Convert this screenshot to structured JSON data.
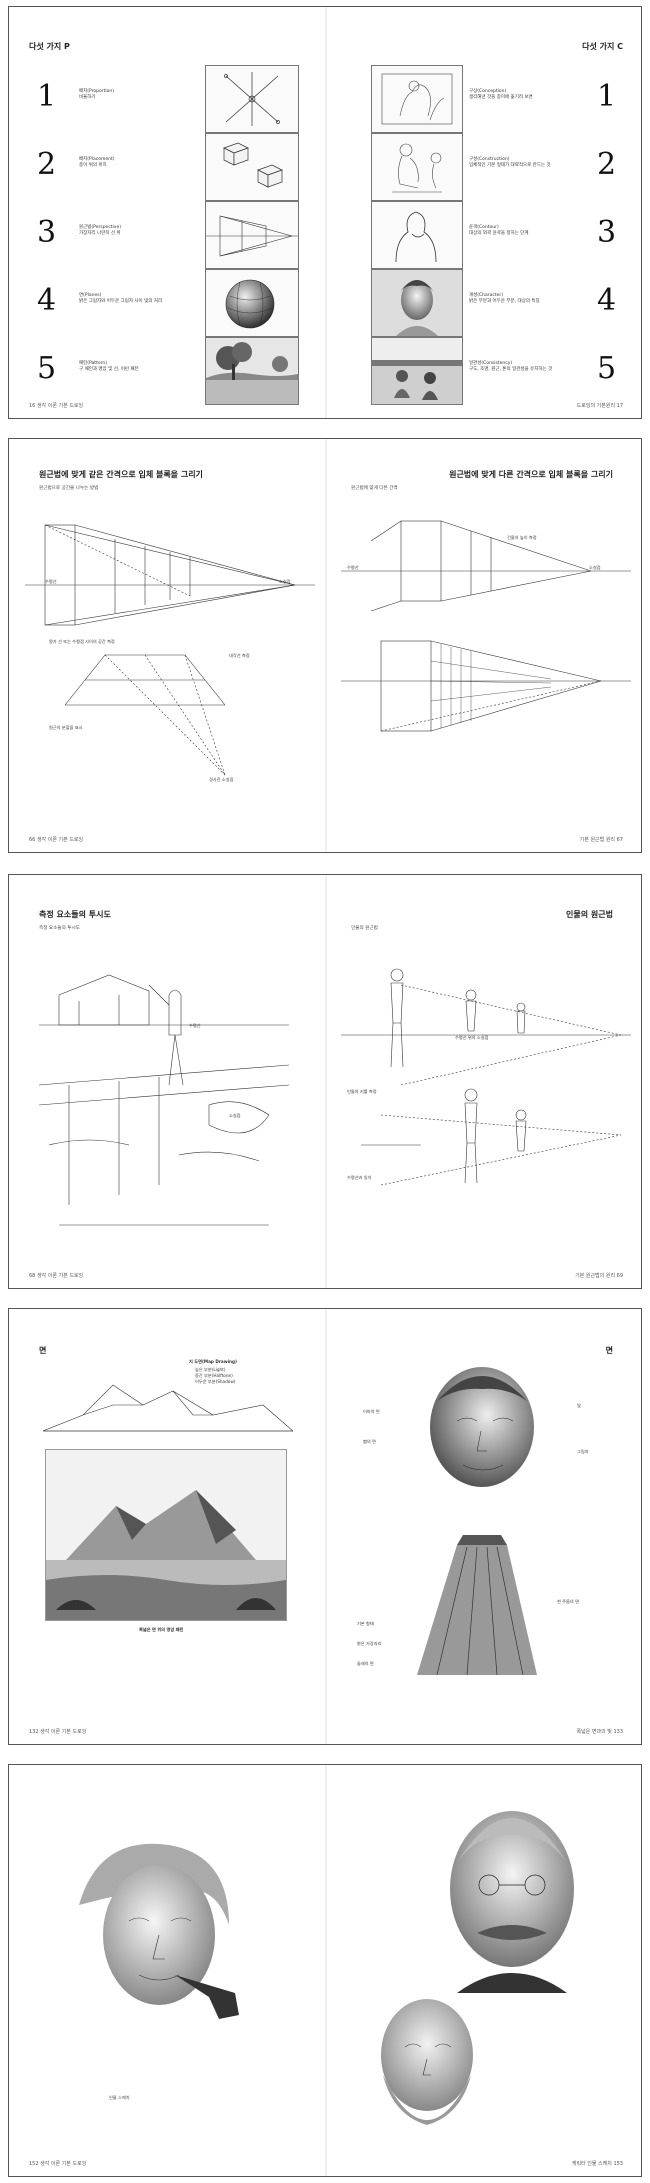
{
  "spread1": {
    "left_title": "다섯 가지 P",
    "right_title": "다섯 가지 C",
    "left_footer": "16  생각 이론 기본 드로잉",
    "right_footer": "드로잉의 기본원리  17",
    "p_items": [
      {
        "no": "1",
        "name": "배치(Proportion)",
        "desc": "비율하기"
      },
      {
        "no": "2",
        "name": "배치(Placement)",
        "desc": "종이 위의 위치"
      },
      {
        "no": "3",
        "name": "원근법(Perspective)",
        "desc": "가장자리 나란히 선 위"
      },
      {
        "no": "4",
        "name": "면(Planes)",
        "desc": "밝은 그림자와 어두운 그림자 사이 빛의 처리"
      },
      {
        "no": "5",
        "name": "패턴(Pattern)",
        "desc": "구 패턴과 명암 및 선, 이런 패턴"
      }
    ],
    "c_items": [
      {
        "no": "1",
        "name": "구상(Conception)",
        "desc": "생각해낸 것을 종이에 옮기려 보면"
      },
      {
        "no": "2",
        "name": "구성(Construction)",
        "desc": "입체적인 기본 형태가 대략적으로 만드는 것"
      },
      {
        "no": "3",
        "name": "윤곽(Contour)",
        "desc": "대상의 외곽 윤곽을 정하는 단계"
      },
      {
        "no": "4",
        "name": "개성(Character)",
        "desc": "밝은 부분과 어두운 부분, 대상의 특징"
      },
      {
        "no": "5",
        "name": "일관성(Consistency)",
        "desc": "구도, 조명, 원근, 톤의 일관성을 유지하는 것"
      }
    ]
  },
  "spread2": {
    "left_title": "원근법에 맞게 같은 간격으로 입체 블록을 그리기",
    "right_title": "원근법에 맞게 다른 간격으로 입체 블록을 그리기",
    "left_footer": "66  생각 이론 기본 드로잉",
    "right_footer": "기본 원근법 원리  67",
    "left_intro": "원근법으로 공간을 나누는 방법",
    "right_intro": "원근법에 맞게 다른 간격",
    "labels": {
      "horizon": "수평선",
      "vp": "소실점",
      "vanishing_line": "평가 선 또는 수평점 사이의 공간 측정",
      "diag_note": "대각선 측정",
      "grid_note": "원근의 분할을 표시",
      "sloped": "경사진 소실점",
      "blocks_note": "건물의 높이 측정"
    }
  },
  "spread3": {
    "left_title": "측정 요소들의 투시도",
    "right_title": "인물의 원근법",
    "left_footer": "68  생각 이론 기본 드로잉",
    "right_footer": "기본 원근법의 원리  69",
    "left_intro": "측정 요소들의 투시도",
    "right_intro": "인물의 원근법",
    "labels": {
      "horizon": "수평선",
      "vp": "소실점",
      "vp_figures": "수평선 위의 소실점",
      "measure": "인물의 키를 측정",
      "figure_note": "수평선과 일치"
    }
  },
  "spread4": {
    "left_title": "면",
    "right_title": "면",
    "left_footer": "132  생각 이론 기본 드로잉",
    "right_footer": "폭넓은 면과의 빛  133",
    "map_title": "지 도면(Map Drawing)",
    "map_legend": [
      "높은 부분(Light)",
      "중간 부분(Halftone)",
      "어두운 부분(Shadow)"
    ],
    "landscape_caption": "폭넓은 면 위의 명암 패턴",
    "labels": {
      "forehead": "이마의 면",
      "cheek": "뺨의 면",
      "light": "빛",
      "dark": "그림자",
      "cloth": "천 주름의 면",
      "shape": "기본 형태",
      "edge": "밝은 가장자리",
      "trunk": "둘레의 면"
    }
  },
  "spread5": {
    "left_footer": "152  생각 이론 기본 드로잉",
    "right_footer": "캐릭터 인물 스케치  153",
    "caption": "인물 스케치"
  }
}
